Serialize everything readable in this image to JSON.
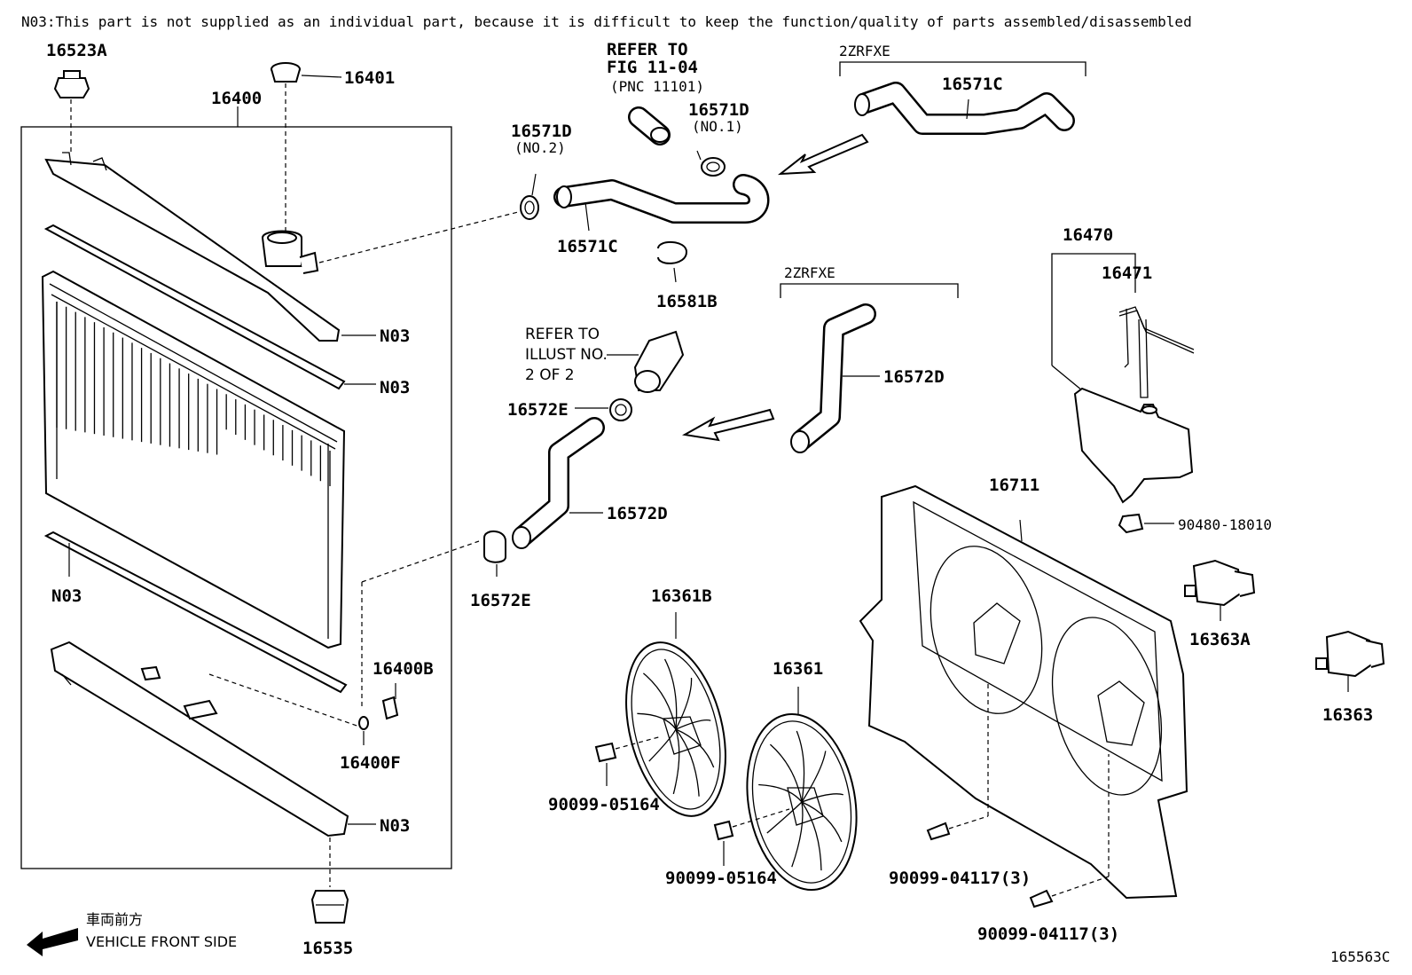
{
  "note": "N03:This part is not supplied as an individual part, because it is difficult to keep the function/quality of parts assembled/disassembled",
  "diagram_id": "165563C",
  "labels": {
    "p16523A": "16523A",
    "p16401": "16401",
    "p16400": "16400",
    "n03_1": "N03",
    "n03_2": "N03",
    "n03_3": "N03",
    "n03_4": "N03",
    "p16400B": "16400B",
    "p16400F": "16400F",
    "p16535": "16535",
    "p16571D_2": "16571D",
    "p16571D_2_sub": "(NO.2)",
    "p16571C_1": "16571C",
    "p16571D_1": "16571D",
    "p16571D_1_sub": "(NO.1)",
    "p16571C_2": "16571C",
    "p16581B": "16581B",
    "p16572E_1": "16572E",
    "p16572D_1": "16572D",
    "p16572E_2": "16572E",
    "p16572D_2": "16572D",
    "p16470": "16470",
    "p16471": "16471",
    "p90480": "90480-18010",
    "p16711": "16711",
    "p16363A": "16363A",
    "p16363": "16363",
    "p16361B": "16361B",
    "p16361": "16361",
    "p90099_05164_1": "90099-05164",
    "p90099_05164_2": "90099-05164",
    "p90099_04117_1": "90099-04117(3)",
    "p90099_04117_2": "90099-04117(3)"
  },
  "refer_fig": {
    "line1": "REFER TO",
    "line2": "FIG 11-04",
    "line3": "(PNC 11101)"
  },
  "refer_illust": {
    "line1": "REFER TO",
    "line2": "ILLUST NO.",
    "line3": "2 OF 2"
  },
  "engine_tags": {
    "upper": "2ZRFXE",
    "lower": "2ZRFXE"
  },
  "front": {
    "jp": "車両前方",
    "en": "VEHICLE FRONT SIDE"
  }
}
